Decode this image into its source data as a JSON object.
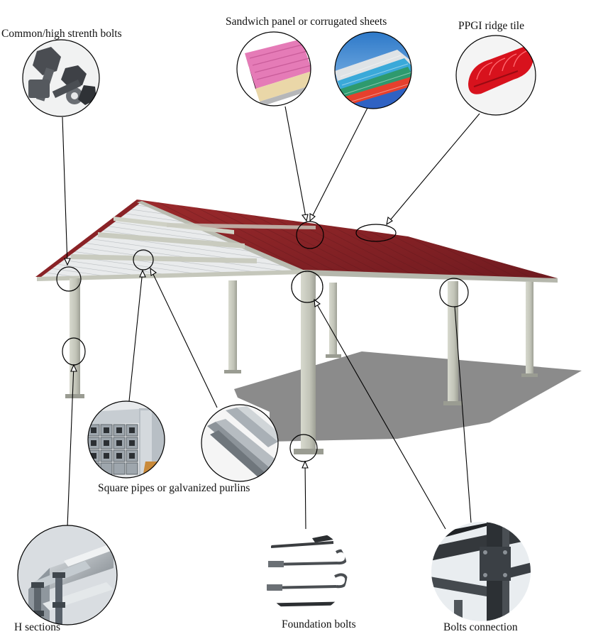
{
  "labels": {
    "bolts": "Common/high strenth bolts",
    "sheets": "Sandwich panel or corrugated sheets",
    "ridge": "PPGI ridge tile",
    "purlins": "Square pipes or galvanized purlins",
    "hsections": "H sections",
    "foundation": "Foundation bolts",
    "connection": "Bolts connection"
  },
  "icons": {
    "bolts": "hex-bolts-photo",
    "sandwich": "sandwich-panel-photo",
    "corrugated": "corrugated-sheets-photo",
    "ridge": "ridge-tile-photo",
    "pipes": "square-pipes-photo",
    "purlin": "z-purlin-photo",
    "hbeam": "h-beam-photo",
    "anchor": "foundation-bolts-photo",
    "joint": "bolted-joint-photo"
  },
  "colors": {
    "roof": "#8a2226",
    "steel": "#c9cbbf",
    "shadow": "#8b8b8b",
    "callout": "#000000"
  }
}
